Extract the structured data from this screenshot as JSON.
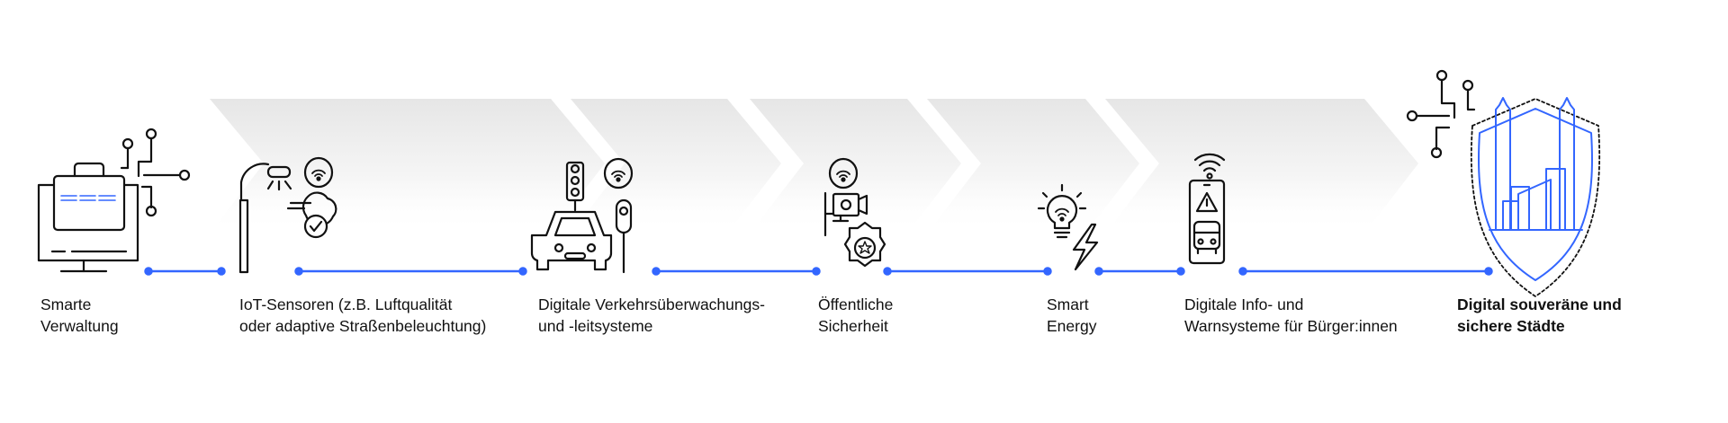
{
  "steps": [
    {
      "line1": "Smarte",
      "line2": "Verwaltung",
      "icon": "computer-briefcase-icon"
    },
    {
      "line1": "IoT-Sensoren (z.B. Luftqualität",
      "line2": "oder adaptive Straßenbeleuchtung)",
      "icon": "streetlight-sensor-icon"
    },
    {
      "line1": "Digitale Verkehrsüberwachungs-",
      "line2": "und -leitsysteme",
      "icon": "traffic-car-icon"
    },
    {
      "line1": "Öffentliche",
      "line2": "Sicherheit",
      "icon": "camera-police-badge-icon"
    },
    {
      "line1": "Smart",
      "line2": "Energy",
      "icon": "bulb-lightning-icon"
    },
    {
      "line1": "Digitale Info- und",
      "line2": "Warnsysteme für Bürger:innen",
      "icon": "phone-warning-bus-icon"
    },
    {
      "line1": "Digital souveräne und",
      "line2": "sichere Städte",
      "icon": "shield-city-icon"
    }
  ],
  "colors": {
    "accent": "#3366ff",
    "ink": "#111111",
    "band": "#ececec"
  }
}
